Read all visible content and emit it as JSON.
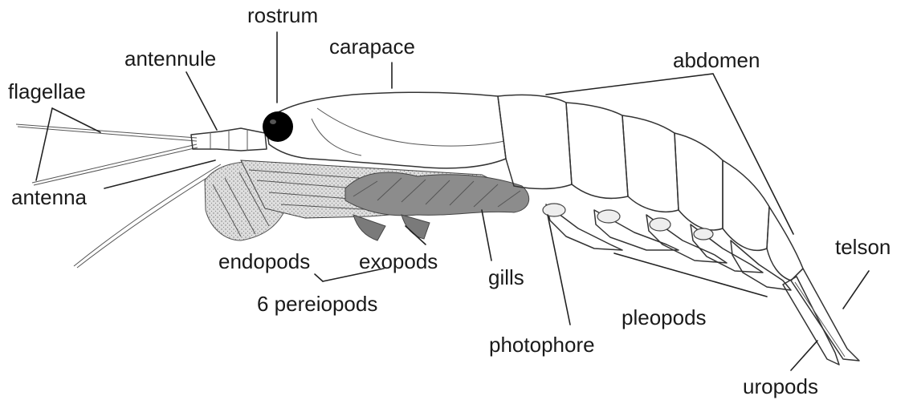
{
  "labels": {
    "rostrum": "rostrum",
    "carapace": "carapace",
    "antennule": "antennule",
    "flagellae": "flagellae",
    "abdomen": "abdomen",
    "antenna": "antenna",
    "endopods": "endopods",
    "exopods": "exopods",
    "pereiopods": "6 pereiopods",
    "gills": "gills",
    "telson": "telson",
    "pleopods": "pleopods",
    "photophore": "photophore",
    "uropods": "uropods"
  },
  "colors": {
    "ink": "#1a1a1a",
    "body_fill": "#f4f4f4",
    "shade": "#bdbdbd",
    "gill_fill": "#8a8a8a",
    "eye": "#000000"
  }
}
